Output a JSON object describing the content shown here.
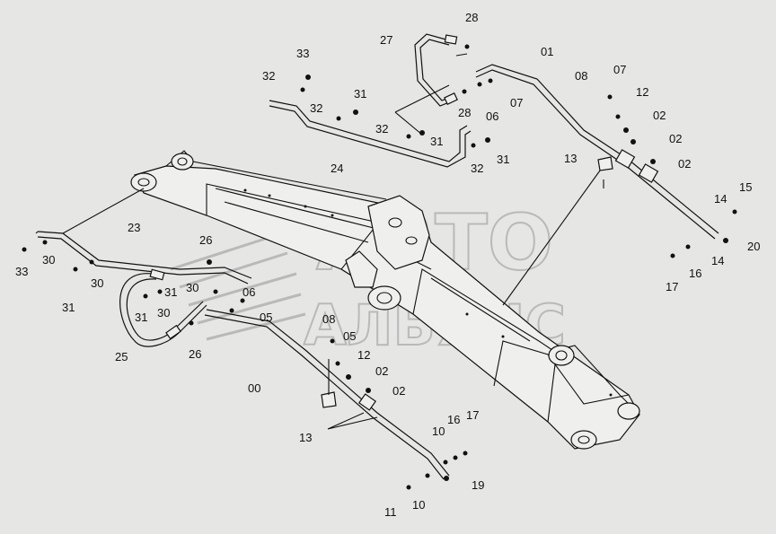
{
  "watermark": {
    "line1": "АВТО",
    "line2": "АЛЬЯНС",
    "color": "#b9b9b9"
  },
  "callouts": [
    {
      "id": "c28a",
      "text": "28"
    },
    {
      "id": "c27",
      "text": "27"
    },
    {
      "id": "c01",
      "text": "01"
    },
    {
      "id": "c33a",
      "text": "33"
    },
    {
      "id": "c32a",
      "text": "32"
    },
    {
      "id": "c31a",
      "text": "31"
    },
    {
      "id": "c32b",
      "text": "32"
    },
    {
      "id": "c28b",
      "text": "28"
    },
    {
      "id": "c06a",
      "text": "06"
    },
    {
      "id": "c07a",
      "text": "07"
    },
    {
      "id": "c08a",
      "text": "08"
    },
    {
      "id": "c07b",
      "text": "07"
    },
    {
      "id": "c12a",
      "text": "12"
    },
    {
      "id": "c02a",
      "text": "02"
    },
    {
      "id": "c02b",
      "text": "02"
    },
    {
      "id": "c02c",
      "text": "02"
    },
    {
      "id": "c32c",
      "text": "32"
    },
    {
      "id": "c31b",
      "text": "31"
    },
    {
      "id": "c32d",
      "text": "32"
    },
    {
      "id": "c31c",
      "text": "31"
    },
    {
      "id": "c24",
      "text": "24"
    },
    {
      "id": "c13a",
      "text": "13"
    },
    {
      "id": "c14a",
      "text": "14"
    },
    {
      "id": "c15",
      "text": "15"
    },
    {
      "id": "c20",
      "text": "20"
    },
    {
      "id": "c14b",
      "text": "14"
    },
    {
      "id": "c16a",
      "text": "16"
    },
    {
      "id": "c17a",
      "text": "17"
    },
    {
      "id": "c23",
      "text": "23"
    },
    {
      "id": "c26a",
      "text": "26"
    },
    {
      "id": "c33b",
      "text": "33"
    },
    {
      "id": "c30a",
      "text": "30"
    },
    {
      "id": "c30b",
      "text": "30"
    },
    {
      "id": "c31d",
      "text": "31"
    },
    {
      "id": "c31e",
      "text": "31"
    },
    {
      "id": "c30c",
      "text": "30"
    },
    {
      "id": "c30d",
      "text": "30"
    },
    {
      "id": "c31f",
      "text": "31"
    },
    {
      "id": "c06b",
      "text": "06"
    },
    {
      "id": "c05a",
      "text": "05"
    },
    {
      "id": "c25",
      "text": "25"
    },
    {
      "id": "c26b",
      "text": "26"
    },
    {
      "id": "c08b",
      "text": "08"
    },
    {
      "id": "c05b",
      "text": "05"
    },
    {
      "id": "c12b",
      "text": "12"
    },
    {
      "id": "c02d",
      "text": "02"
    },
    {
      "id": "c02e",
      "text": "02"
    },
    {
      "id": "c00",
      "text": "00"
    },
    {
      "id": "c13b",
      "text": "13"
    },
    {
      "id": "c10a",
      "text": "10"
    },
    {
      "id": "c16b",
      "text": "16"
    },
    {
      "id": "c17b",
      "text": "17"
    },
    {
      "id": "c19",
      "text": "19"
    },
    {
      "id": "c11",
      "text": "11"
    },
    {
      "id": "c10b",
      "text": "10"
    }
  ]
}
